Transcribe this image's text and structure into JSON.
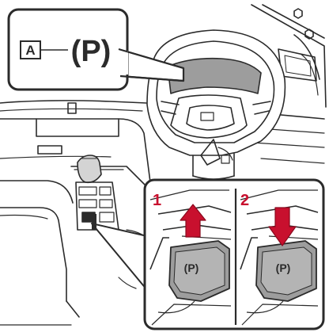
{
  "callout": {
    "label_letter": "A",
    "indicator_symbol": "(P)"
  },
  "steps": [
    {
      "number": "1",
      "action_icon": "arrow-up-icon",
      "switch_symbol": "(P)"
    },
    {
      "number": "2",
      "action_icon": "arrow-down-icon",
      "switch_symbol": "(P)"
    }
  ],
  "colors": {
    "line": "#2b2b2b",
    "accent_red": "#c8102e",
    "panel_gray": "#9d9d9d",
    "light_gray": "#d4d4d4",
    "background": "#ffffff"
  }
}
